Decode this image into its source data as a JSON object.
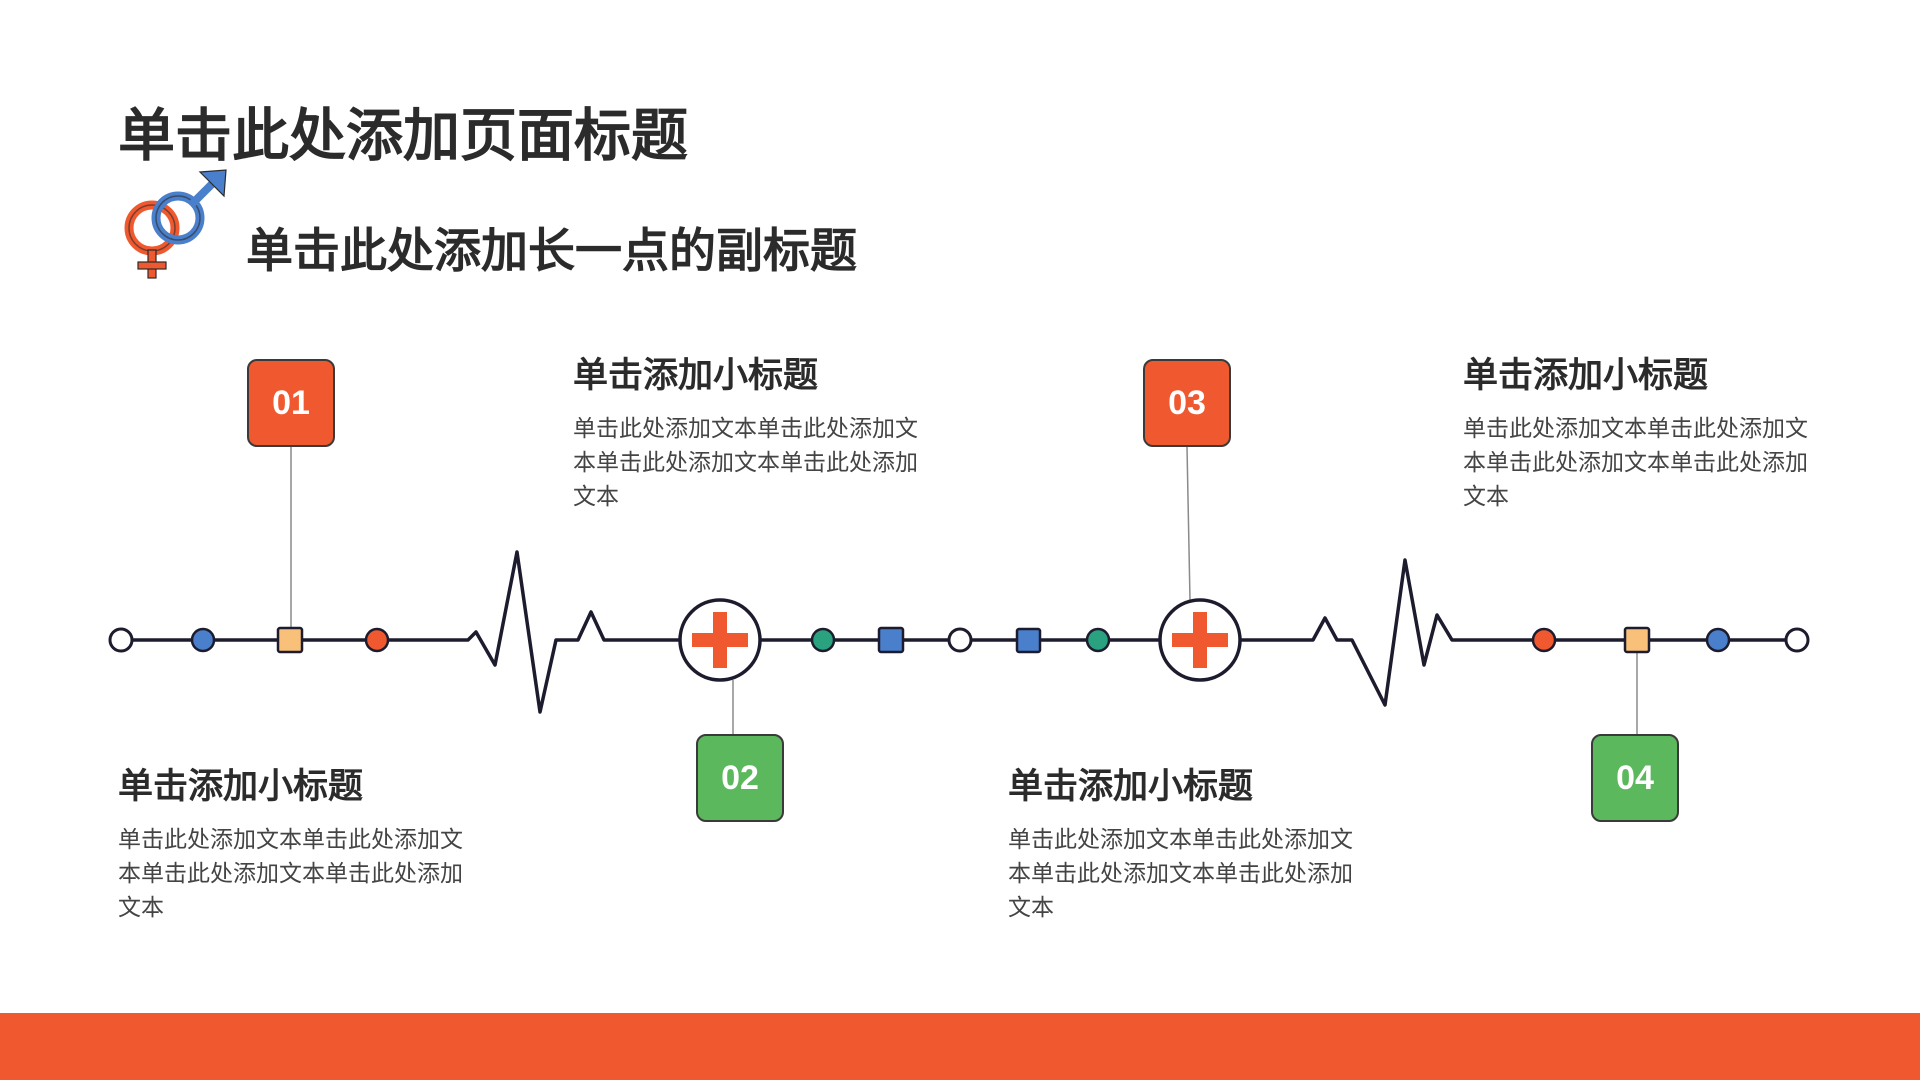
{
  "header": {
    "title": "单击此处添加页面标题",
    "subtitle": "单击此处添加长一点的副标题"
  },
  "icons": {
    "header_icon": "gender-symbols-icon",
    "node_icon": "medical-cross-icon"
  },
  "colors": {
    "accent_orange": "#f0592f",
    "accent_green": "#5cb85c",
    "accent_blue": "#4a7fcb",
    "accent_teal": "#2aa17f",
    "accent_peach": "#f9c07a",
    "line": "#1c1c2e",
    "footer": "#f0592f"
  },
  "steps": [
    {
      "number": "01",
      "title": "单击添加小标题",
      "text": "单击此处添加文本单击此处添加文本单击此处添加文本单击此处添加文本"
    },
    {
      "number": "02",
      "title": "单击添加小标题",
      "text": "单击此处添加文本单击此处添加文本单击此处添加文本单击此处添加文本"
    },
    {
      "number": "03",
      "title": "单击添加小标题",
      "text": "单击此处添加文本单击此处添加文本单击此处添加文本单击此处添加文本"
    },
    {
      "number": "04",
      "title": "单击添加小标题",
      "text": "单击此处添加文本单击此处添加文本单击此处添加文本单击此处添加文本"
    }
  ]
}
